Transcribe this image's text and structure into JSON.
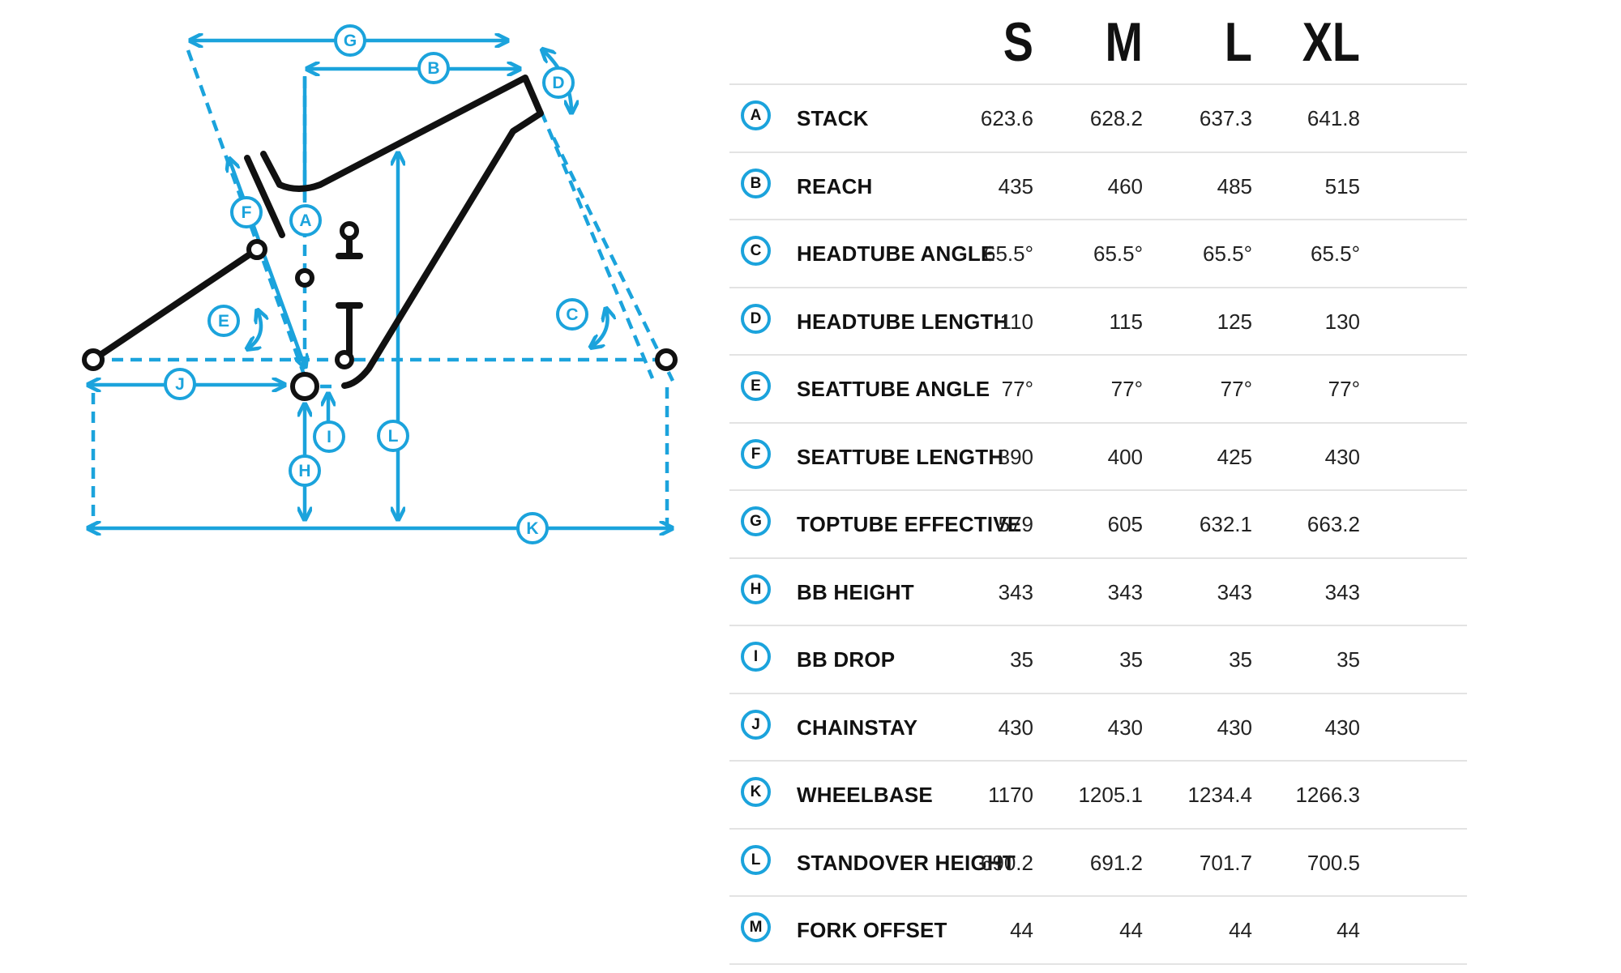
{
  "sizes": [
    "S",
    "M",
    "L",
    "XL"
  ],
  "colors": {
    "accent": "#1ba3dc",
    "frame": "#111111",
    "divider": "#e3e3e3"
  },
  "diagram": {
    "labels": [
      "A",
      "B",
      "C",
      "D",
      "E",
      "F",
      "G",
      "H",
      "I",
      "J",
      "K",
      "L"
    ]
  },
  "rows": [
    {
      "key": "A",
      "label": "STACK",
      "values": [
        "623.6",
        "628.2",
        "637.3",
        "641.8"
      ]
    },
    {
      "key": "B",
      "label": "REACH",
      "values": [
        "435",
        "460",
        "485",
        "515"
      ]
    },
    {
      "key": "C",
      "label": "HEADTUBE ANGLE",
      "values": [
        "65.5°",
        "65.5°",
        "65.5°",
        "65.5°"
      ]
    },
    {
      "key": "D",
      "label": "HEADTUBE LENGTH",
      "values": [
        "110",
        "115",
        "125",
        "130"
      ]
    },
    {
      "key": "E",
      "label": "SEATTUBE ANGLE",
      "values": [
        "77°",
        "77°",
        "77°",
        "77°"
      ]
    },
    {
      "key": "F",
      "label": "SEATTUBE LENGTH",
      "values": [
        "390",
        "400",
        "425",
        "430"
      ]
    },
    {
      "key": "G",
      "label": "TOPTUBE EFFECTIVE",
      "values": [
        "579",
        "605",
        "632.1",
        "663.2"
      ]
    },
    {
      "key": "H",
      "label": "BB HEIGHT",
      "values": [
        "343",
        "343",
        "343",
        "343"
      ]
    },
    {
      "key": "I",
      "label": "BB DROP",
      "values": [
        "35",
        "35",
        "35",
        "35"
      ]
    },
    {
      "key": "J",
      "label": "CHAINSTAY",
      "values": [
        "430",
        "430",
        "430",
        "430"
      ]
    },
    {
      "key": "K",
      "label": "WHEELBASE",
      "values": [
        "1170",
        "1205.1",
        "1234.4",
        "1266.3"
      ]
    },
    {
      "key": "L",
      "label": "STANDOVER HEIGHT",
      "values": [
        "690.2",
        "691.2",
        "701.7",
        "700.5"
      ]
    },
    {
      "key": "M",
      "label": "FORK OFFSET",
      "values": [
        "44",
        "44",
        "44",
        "44"
      ]
    }
  ]
}
